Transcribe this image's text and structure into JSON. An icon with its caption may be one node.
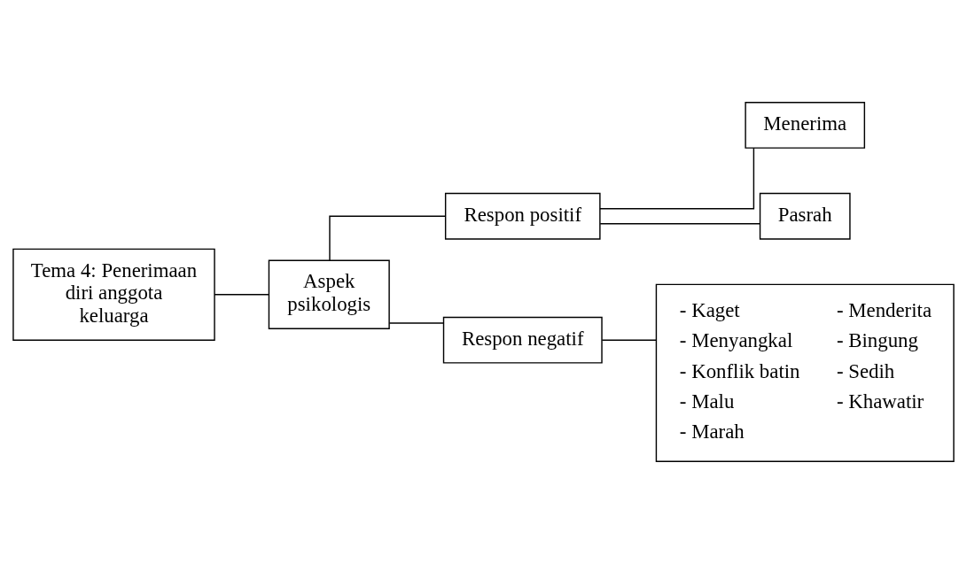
{
  "diagram": {
    "nodes": [
      {
        "text": [
          "Tema 4: Penerimaan diri anggota keluarga"
        ]
      },
      {
        "text": [
          "Aspek psikologis"
        ]
      },
      {
        "text": [
          "Respon positif"
        ]
      },
      {
        "text": [
          "Menerima"
        ]
      },
      {
        "text": [
          "Pasrah"
        ]
      },
      {
        "text": [
          "Respon negatif"
        ]
      },
      {
        "text": [
          "- Kaget",
          "- Menyangkal",
          "- Konflik batin",
          "- Malu",
          "- Marah",
          "- Menderita",
          "- Bingung",
          "- Sedih",
          "- Khawatir"
        ]
      }
    ],
    "edges": [
      {
        "from": 0,
        "to": 1,
        "arrow": "none"
      },
      {
        "from": 1,
        "to": 2,
        "arrow": "none"
      },
      {
        "from": 1,
        "to": 5,
        "arrow": "none"
      },
      {
        "from": 2,
        "to": 3,
        "arrow": "none"
      },
      {
        "from": 2,
        "to": 4,
        "arrow": "none"
      },
      {
        "from": 5,
        "to": 6,
        "arrow": "none"
      }
    ]
  }
}
